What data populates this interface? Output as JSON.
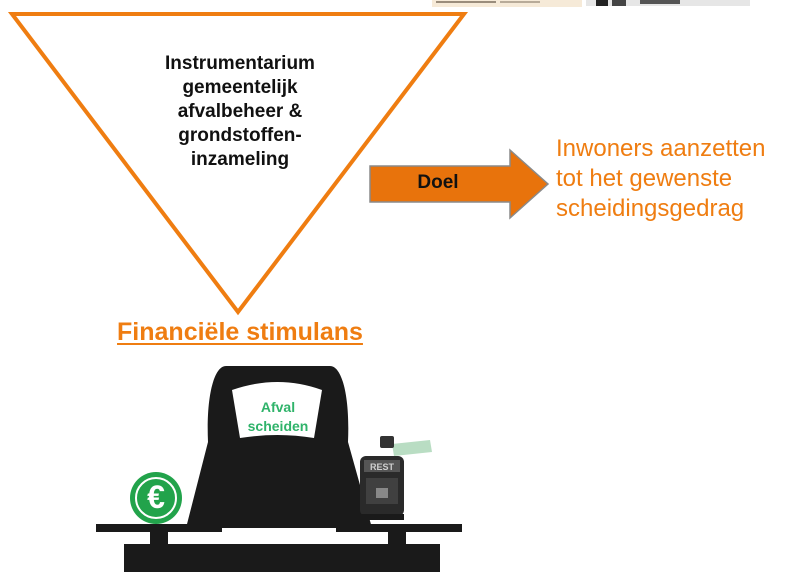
{
  "funnel": {
    "lines": [
      "Instrumentarium",
      "gemeentelijk",
      "afvalbeheer &",
      "grondstoffen-",
      "inzameling"
    ]
  },
  "arrow": {
    "label": "Doel"
  },
  "goal": {
    "lines": [
      "Inwoners aanzetten",
      "tot het gewenste",
      "scheidingsgedrag"
    ]
  },
  "section_title": "Financiële stimulans",
  "scale": {
    "label_lines": [
      "Afval",
      "scheiden"
    ],
    "left_icon": "euro-icon",
    "right_icon": "waste-bin-icon",
    "bin_label": "REST"
  },
  "top_image": {
    "icons": [
      "thumbnail-image",
      "logo-image"
    ]
  },
  "colors": {
    "accent_orange": "#ef7d11",
    "arrow_fill": "#e8730c",
    "label_green": "#2fb36a",
    "scale_dark": "#1a1a1a",
    "euro_green": "#22a34b"
  }
}
